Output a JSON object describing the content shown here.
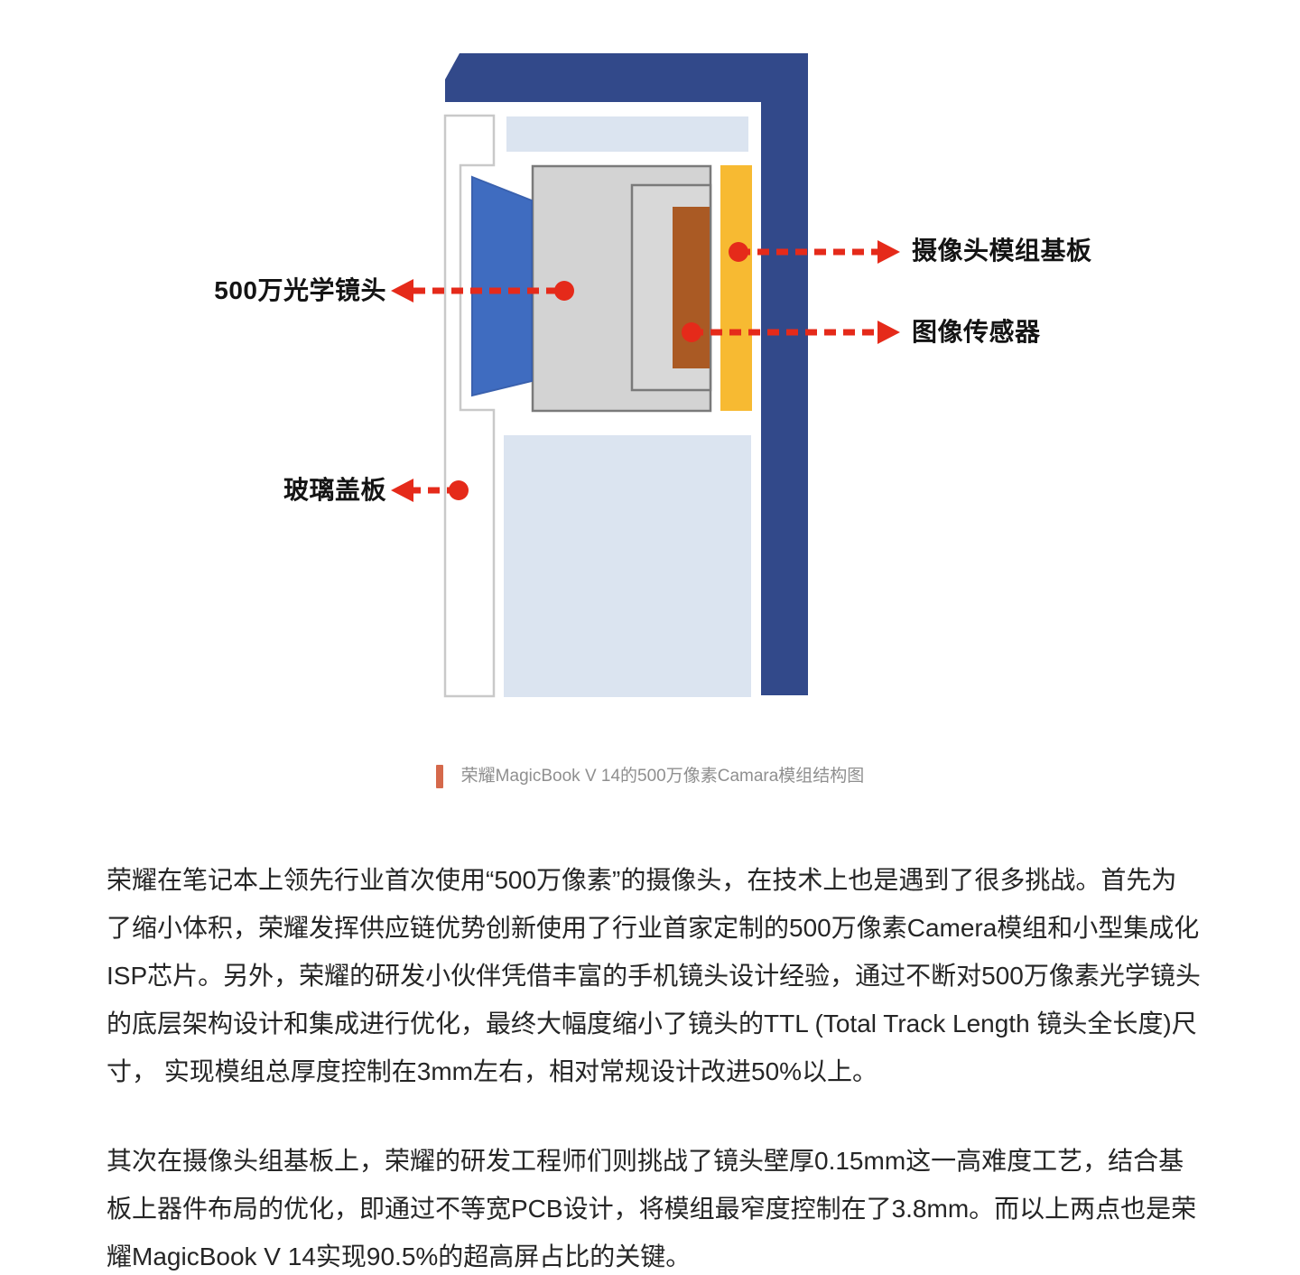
{
  "figure": {
    "caption": "荣耀MagicBook V 14的500万像素Camara模组结构图",
    "marker_color": "#d5694b"
  },
  "diagram": {
    "labels": {
      "lens": "500万光学镜头",
      "substrate": "摄像头模组基板",
      "sensor": "图像传感器",
      "glass": "玻璃盖板"
    },
    "colors": {
      "navy": "#32498a",
      "lens_blue": "#3f6cc0",
      "lens_blue_edge": "#3a61ae",
      "module_gray": "#d3d3d3",
      "module_border": "#7a7a7a",
      "cavity_gray": "#d8d8d8",
      "sensor_brown": "#aa5a24",
      "substrate_yellow": "#f7ba32",
      "display_blue": "#dbe4f0",
      "glass_outline": "#c9c9c9",
      "white": "#ffffff",
      "arrow_red": "#e52a1a"
    }
  },
  "article": {
    "paragraphs": [
      "荣耀在笔记本上领先行业首次使用“500万像素”的摄像头，在技术上也是遇到了很多挑战。首先为了缩小体积，荣耀发挥供应链优势创新使用了行业首家定制的500万像素Camera模组和小型集成化ISP芯片。另外，荣耀的研发小伙伴凭借丰富的手机镜头设计经验，通过不断对500万像素光学镜头的底层架构设计和集成进行优化，最终大幅度缩小了镜头的TTL (Total Track Length 镜头全长度)尺寸， 实现模组总厚度控制在3mm左右，相对常规设计改进50%以上。",
      "其次在摄像头组基板上，荣耀的研发工程师们则挑战了镜头壁厚0.15mm这一高难度工艺，结合基板上器件布局的优化，即通过不等宽PCB设计，将模组最窄度控制在了3.8mm。而以上两点也是荣耀MagicBook V 14实现90.5%的超高屏占比的关键。"
    ]
  }
}
